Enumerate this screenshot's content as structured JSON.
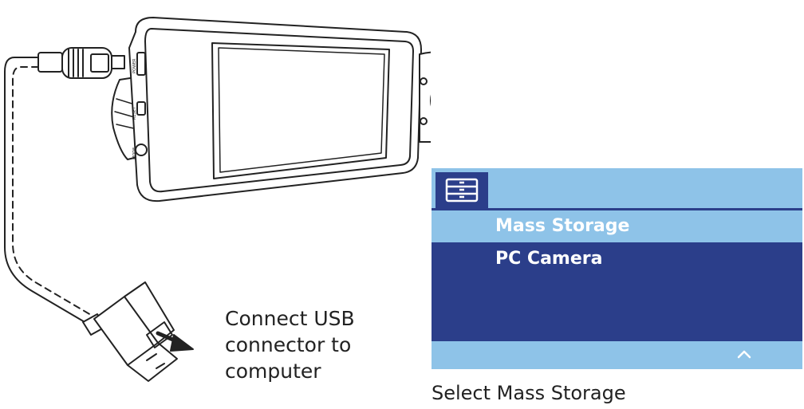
{
  "instruction": {
    "lines": [
      "Connect USB",
      "connector to",
      "computer"
    ]
  },
  "device": {
    "button_labels": [
      "POWER",
      "RESET",
      "MODE"
    ]
  },
  "menu": {
    "header_icon": "menu-list-icon",
    "items": [
      {
        "label": "Mass Storage",
        "selected": true
      },
      {
        "label": "PC Camera",
        "selected": false
      }
    ],
    "footer_icon": "chevron-up-icon",
    "colors": {
      "highlight": "#8ec3e8",
      "background": "#2b3e8a",
      "text": "#ffffff"
    }
  },
  "caption": "Select Mass Storage"
}
